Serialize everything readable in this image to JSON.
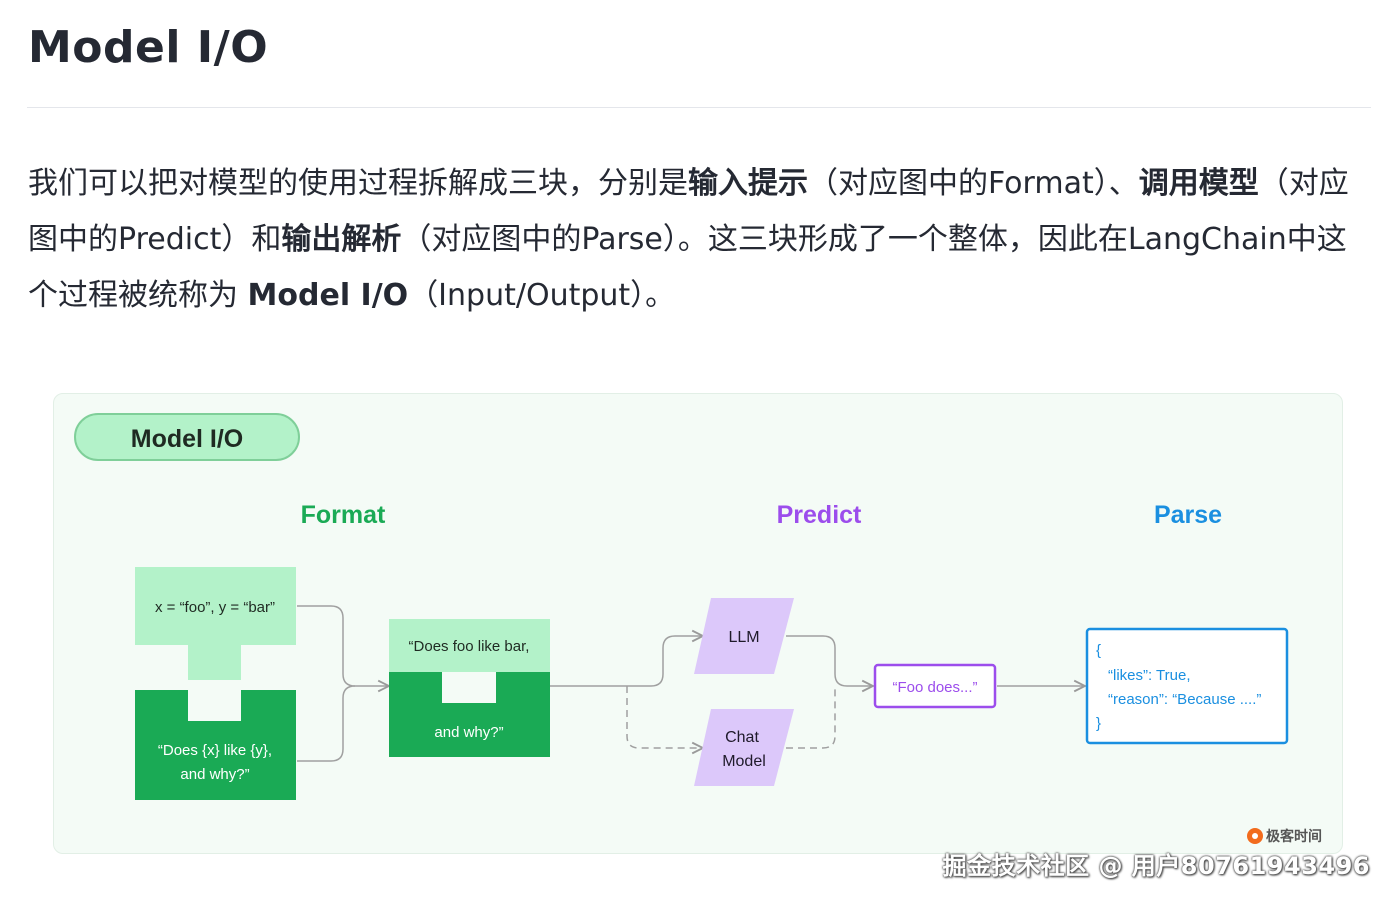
{
  "article": {
    "title": "Model I/O",
    "intro": {
      "t1": "我们可以把对模型的使用过程拆解成三块，分别是",
      "b1": "输入提示",
      "t2": "（对应图中的Format）、",
      "b2": "调用模型",
      "t3": "（对应图中的Predict）和",
      "b3": "输出解析",
      "t4": "（对应图中的Parse）。这三块形成了一个整体，因此在LangChain中这个过程被统称为 ",
      "b4": "Model I/O",
      "t5": "（Input/Output）。"
    }
  },
  "diagram": {
    "badge": "Model I/O",
    "stages": {
      "format": "Format",
      "predict": "Predict",
      "parse": "Parse"
    },
    "format": {
      "variables": "x = “foo”, y = “bar”",
      "template_line1": "“Does {x} like {y},",
      "template_line2": "and why?”",
      "result_line1": "“Does foo like bar,",
      "result_line2": "and why?”"
    },
    "predict": {
      "llm": "LLM",
      "chat_line1": "Chat",
      "chat_line2": "Model",
      "output": "“Foo does...”"
    },
    "parse": {
      "open": "{",
      "line1": "“likes”: True,",
      "line2": "“reason”: “Because ....”",
      "close": "}"
    },
    "colors": {
      "format": "#1aaa55",
      "predict": "#9c4dec",
      "parse": "#1a8fe0",
      "light_green": "#b3f2c9",
      "dark_green": "#1aaa55",
      "lavender": "#dcc8fa"
    }
  },
  "footer": {
    "brand": "极客时间",
    "watermark": "掘金技术社区 @ 用户80761943496"
  }
}
